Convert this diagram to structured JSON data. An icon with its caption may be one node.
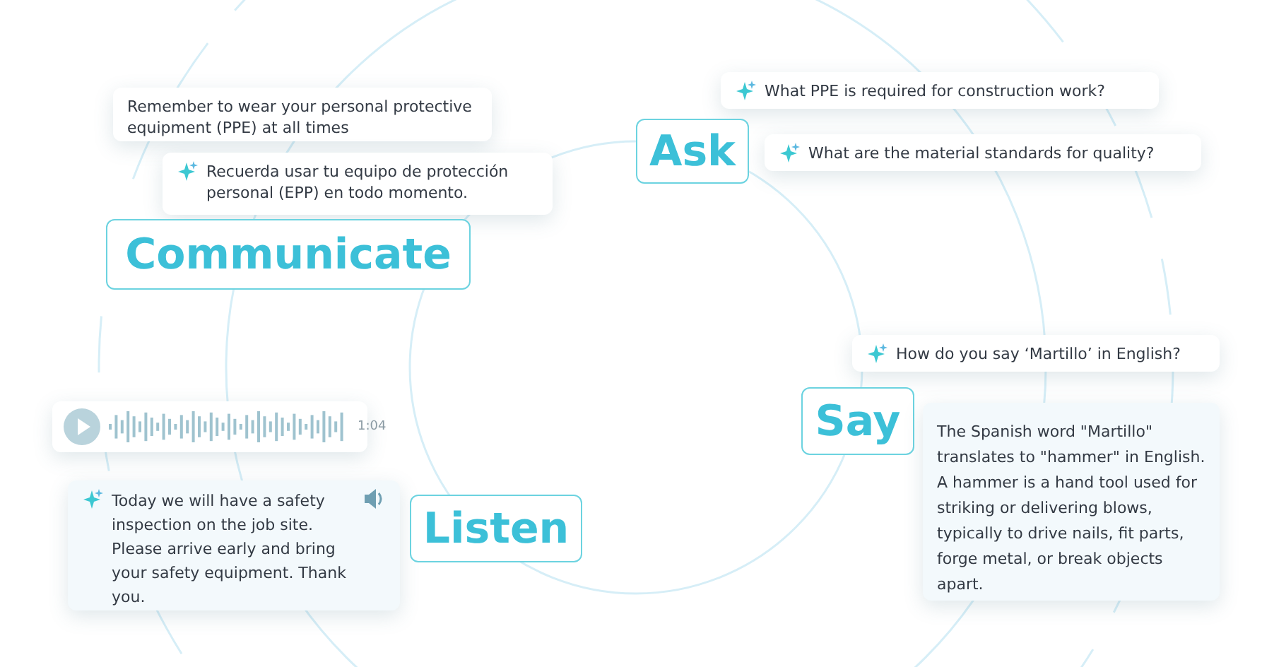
{
  "diagram": {
    "nodes": [
      {
        "text": [
          "Remember to wear your personal protective equipment (PPE) at all times"
        ]
      },
      {
        "text": [
          "What PPE is required for construction work?"
        ]
      },
      {
        "text": [
          "Ask"
        ]
      },
      {
        "text": [
          "What are the material standards for quality?"
        ]
      },
      {
        "text": [
          "Recuerda usar tu equipo de protección personal (EPP) en todo momento."
        ]
      },
      {
        "text": [
          "Communicate"
        ]
      },
      {
        "text": [
          "How do you say ‘Martillo’ in English?"
        ]
      },
      {
        "text": [
          "Say"
        ]
      },
      {
        "text": [
          "1:04"
        ]
      },
      {
        "text": [
          "The Spanish word \"Martillo\" translates to \"hammer\" in English. A hammer is a hand tool used for striking or delivering blows, typically to drive nails, fit parts, forge metal, or break objects apart."
        ]
      },
      {
        "text": [
          "Today we will have a safety inspection on the job site. Please arrive early and bring your safety equipment. Thank you."
        ]
      },
      {
        "text": [
          "Listen"
        ]
      }
    ]
  }
}
